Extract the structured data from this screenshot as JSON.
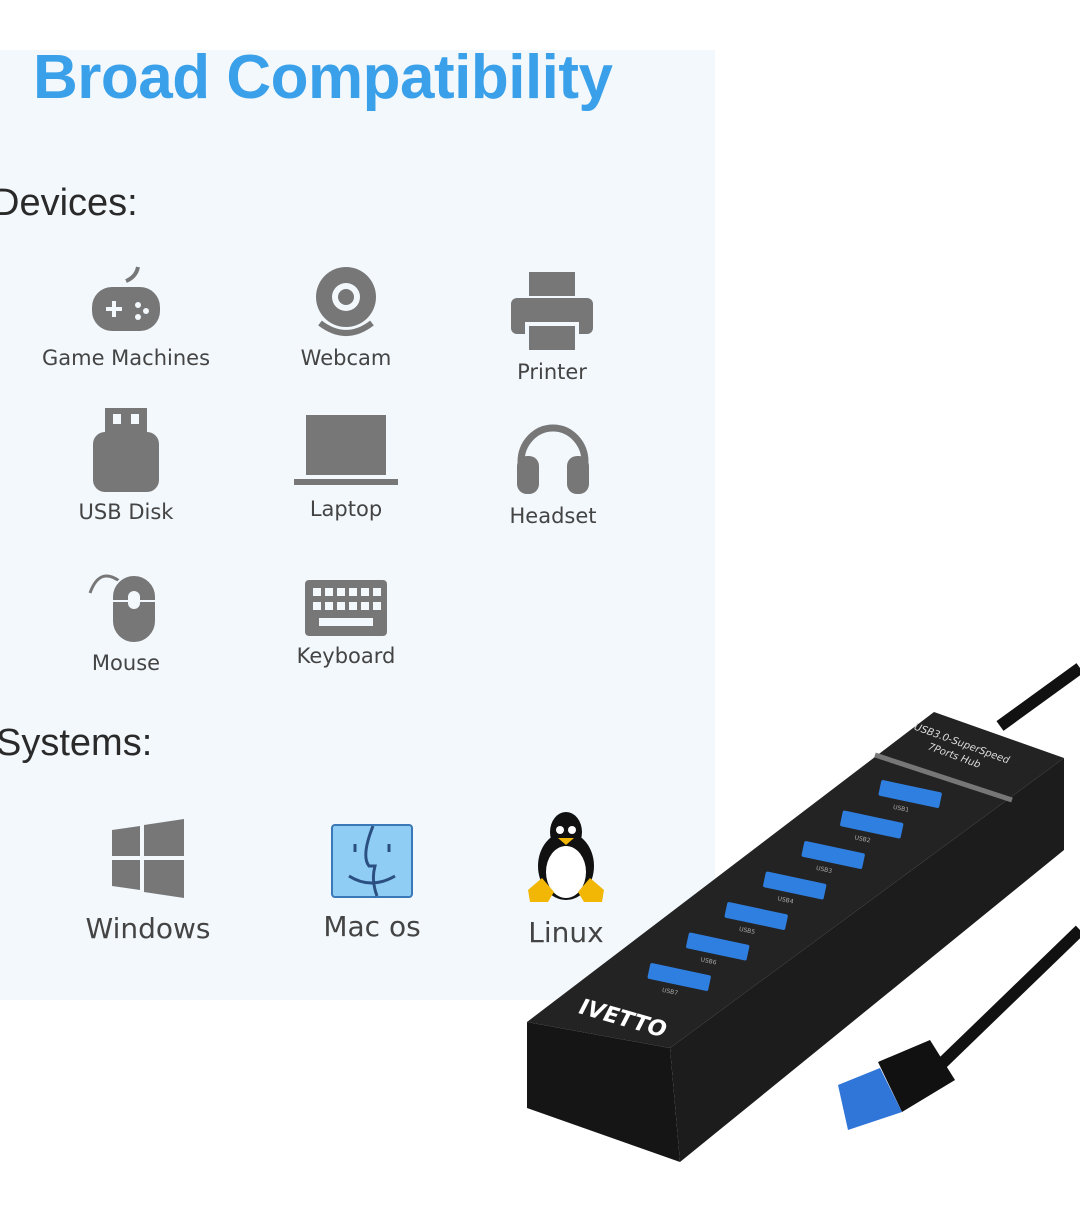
{
  "title": "Broad Compatibility",
  "devices_heading": "Devices:",
  "systems_heading": "Systems:",
  "devices": [
    {
      "label": "Game Machines",
      "icon": "gamepad-icon"
    },
    {
      "label": "Webcam",
      "icon": "webcam-icon"
    },
    {
      "label": "Printer",
      "icon": "printer-icon"
    },
    {
      "label": "USB Disk",
      "icon": "usb-disk-icon"
    },
    {
      "label": "Laptop",
      "icon": "laptop-icon"
    },
    {
      "label": "Headset",
      "icon": "headset-icon"
    },
    {
      "label": "Mouse",
      "icon": "mouse-icon"
    },
    {
      "label": "Keyboard",
      "icon": "keyboard-icon"
    }
  ],
  "systems": [
    {
      "label": "Windows",
      "icon": "windows-icon"
    },
    {
      "label": "Mac os",
      "icon": "mac-icon"
    },
    {
      "label": "Linux",
      "icon": "linux-icon"
    }
  ],
  "hub": {
    "brand": "IVETTO",
    "line1": "USB3.0-SuperSpeed",
    "line2": "7Ports Hub",
    "ports": [
      "USB1",
      "USB2",
      "USB3",
      "USB4",
      "USB5",
      "USB6",
      "USB7"
    ],
    "port_color": "#2f7fe0"
  }
}
